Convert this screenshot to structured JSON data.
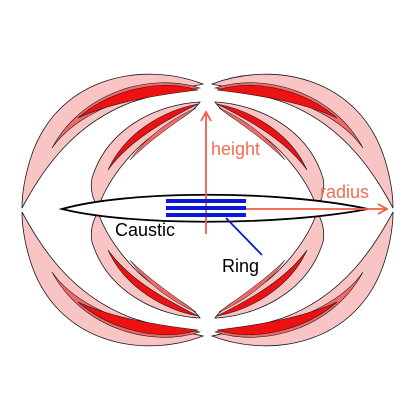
{
  "labels": {
    "height": "height",
    "radius": "radius",
    "caustic": "Caustic",
    "ring": "Ring"
  },
  "colors": {
    "lobe_dark": "#ee1111",
    "lobe_mid": "#f26868",
    "lobe_light": "#f9c4c4",
    "outline": "#1a1a1a",
    "axis_arrow": "#f25c4a",
    "axis_label": "#f26d52",
    "ring": "#0a1ad8",
    "caustic_text": "#000000",
    "ring_text": "#000000"
  }
}
